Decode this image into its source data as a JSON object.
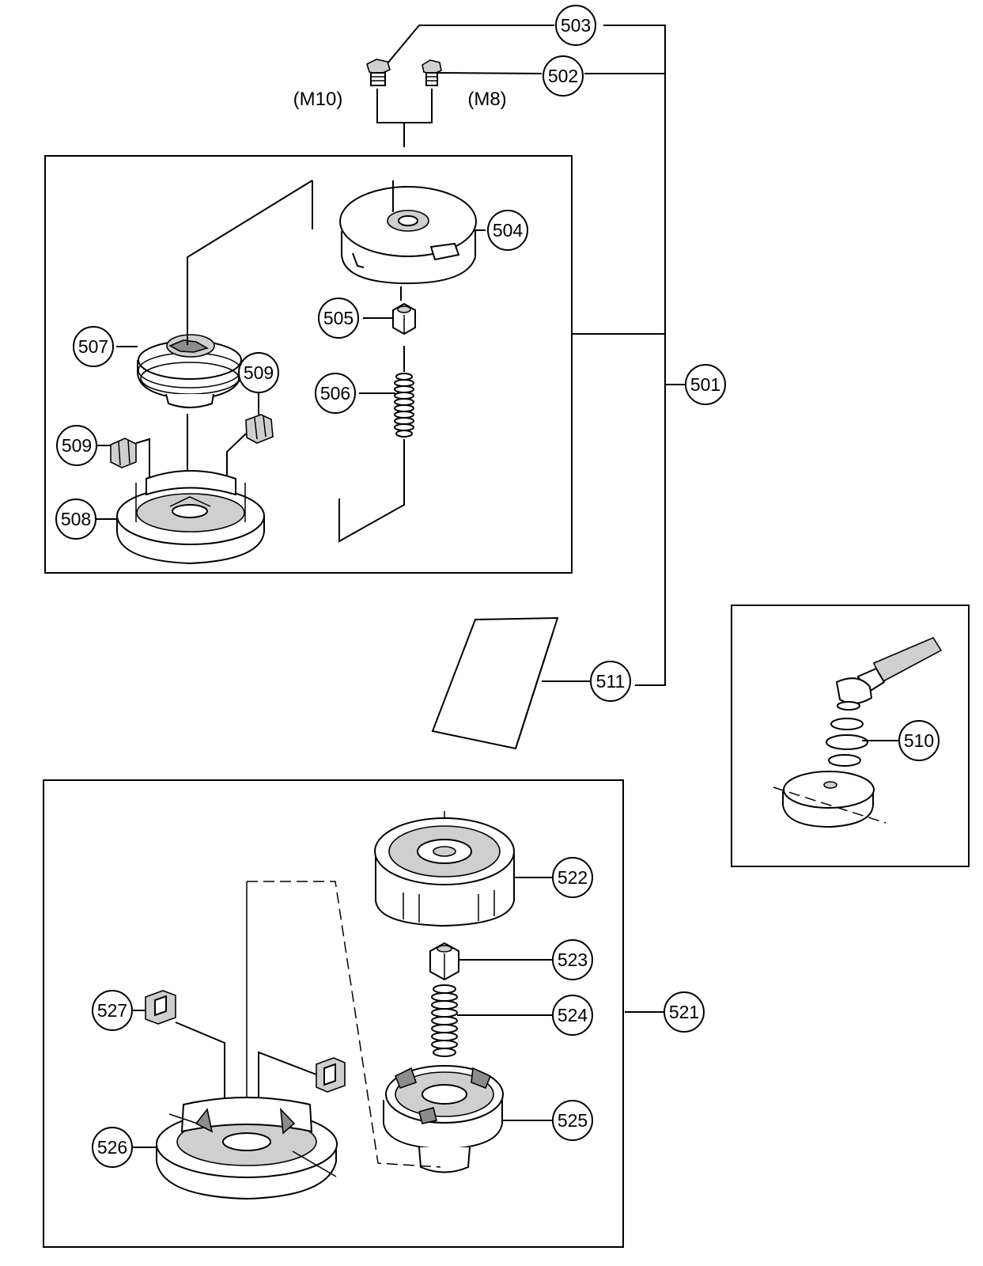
{
  "callouts": {
    "p503": "503",
    "p502": "502",
    "p504": "504",
    "p505": "505",
    "p506": "506",
    "p507": "507",
    "p509a": "509",
    "p509b": "509",
    "p508": "508",
    "p501": "501",
    "p511": "511",
    "p510": "510",
    "p522": "522",
    "p523": "523",
    "p524": "524",
    "p521": "521",
    "p525": "525",
    "p526": "526",
    "p527": "527"
  },
  "size_labels": {
    "m10": "(M10)",
    "m8": "(M8)"
  }
}
